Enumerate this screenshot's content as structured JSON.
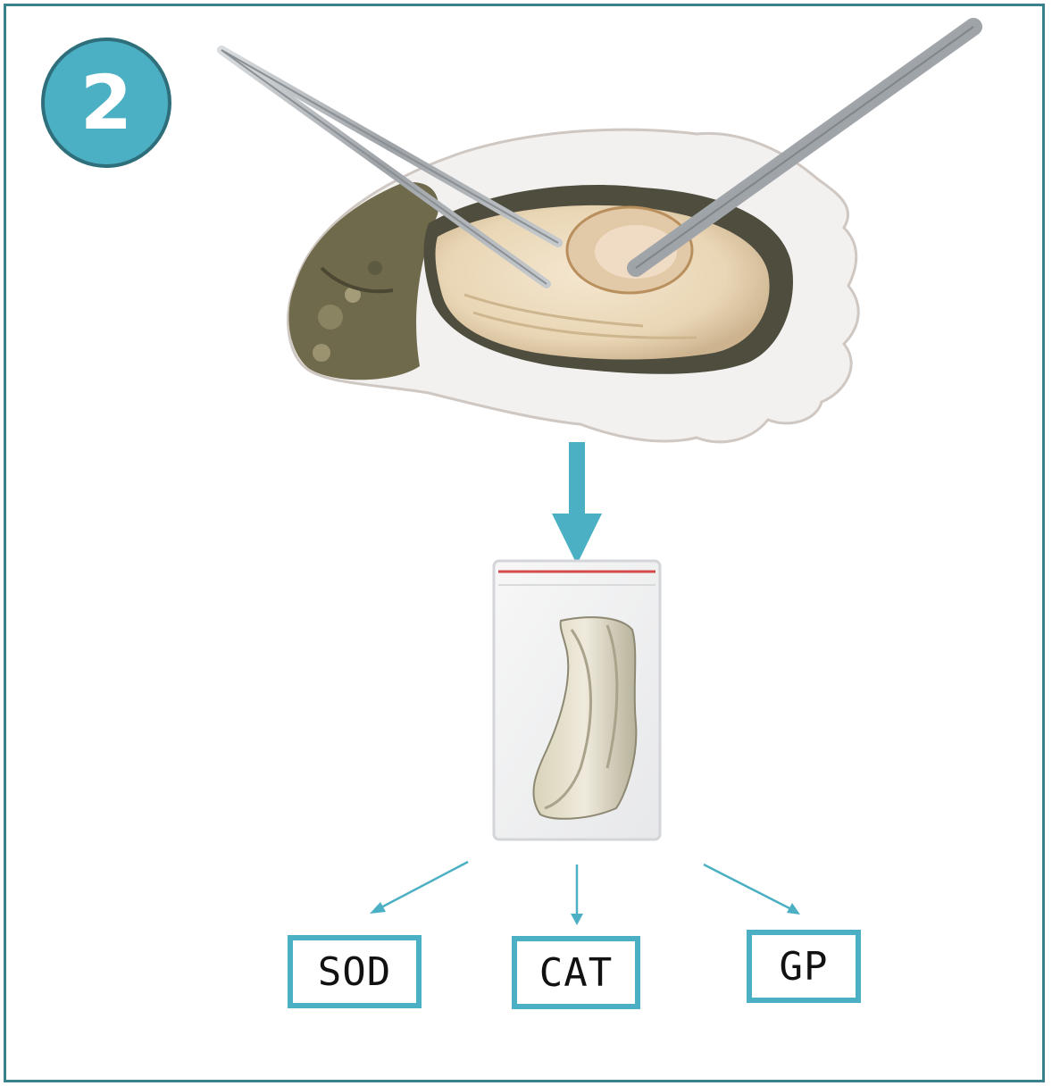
{
  "step_number": "2",
  "accent_color": "#4bb0c3",
  "frame_color": "#3a7f8c",
  "icons": {
    "oyster": "opened-oyster-image",
    "tweezers": "tweezers-icon",
    "scalpel": "scalpel-icon",
    "sample_bag": "ziplock-bag-with-tissue"
  },
  "assays": [
    {
      "label": "SOD"
    },
    {
      "label": "CAT"
    },
    {
      "label": "GP"
    }
  ]
}
